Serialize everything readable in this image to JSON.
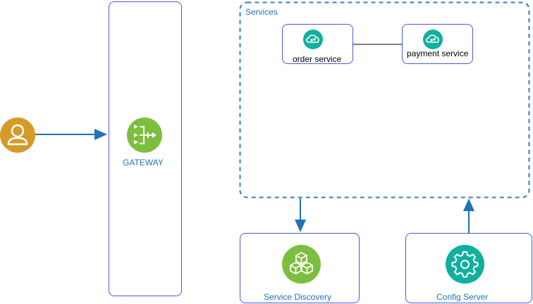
{
  "gateway": {
    "label": "GATEWAY"
  },
  "services_group": {
    "label": "Services"
  },
  "services": [
    {
      "label": "order service"
    },
    {
      "label": "payment service"
    }
  ],
  "service_discovery": {
    "label": "Service Discovery"
  },
  "config_server": {
    "label": "Config Server"
  },
  "colors": {
    "box_border": "#4a58d6",
    "arrow": "#1f72b5",
    "label": "#1f72b5",
    "user_icon": "#d59a28",
    "gateway_icon": "#7cbf3f",
    "service_icon": "#10b0a0",
    "discovery_icon": "#7cbf3f",
    "config_icon": "#10b0a0"
  },
  "icons": {
    "user": "user-icon",
    "gateway": "api-gateway-icon",
    "service": "cloud-service-icon",
    "discovery": "cubes-icon",
    "config": "gear-icon"
  }
}
